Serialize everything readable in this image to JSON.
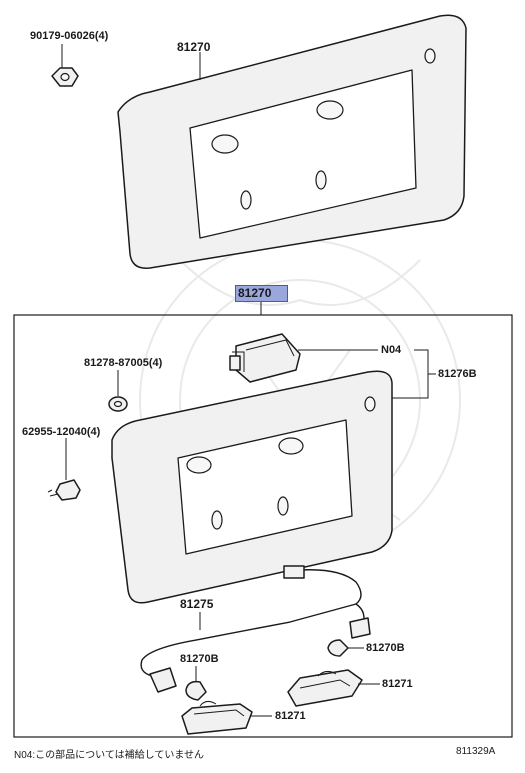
{
  "labels": {
    "top_screw": "90179-06026(4)",
    "top_plate": "81270",
    "assembly_highlight": "81270",
    "grommet": "81278-87005(4)",
    "screw": "62955-12040(4)",
    "n04": "N04",
    "garnish": "81276B",
    "wire": "81275",
    "bulb_left": "81270B",
    "bulb_right": "81270B",
    "lamp_right": "81271",
    "lamp_left": "81271"
  },
  "footer": {
    "note": "N04:この部品については補給していません",
    "code": "811329A"
  },
  "colors": {
    "highlight_fill": "#9aa7dc",
    "highlight_border": "#4d5aa3",
    "line": "#1b1b1b",
    "part_fill": "#f1f1f1"
  }
}
